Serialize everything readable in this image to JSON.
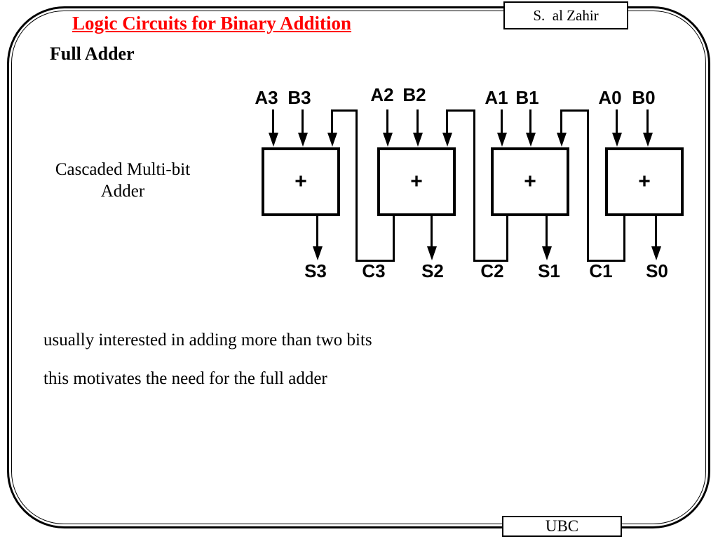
{
  "slide": {
    "title": "Logic Circuits for Binary Addition",
    "subtitle": "Full Adder",
    "author": "S.  al Zahir",
    "footer": "UBC",
    "caption": {
      "line1": "Cascaded Multi-bit",
      "line2": "Adder"
    },
    "body_lines": [
      "usually interested in adding more than two bits",
      "this motivates the need for the full adder"
    ]
  },
  "diagram": {
    "plus": "+",
    "adders": [
      {
        "input_a": "A3",
        "input_b": "B3",
        "sum": "S3"
      },
      {
        "input_a": "A2",
        "input_b": "B2",
        "sum": "S2"
      },
      {
        "input_a": "A1",
        "input_b": "B1",
        "sum": "S1"
      },
      {
        "input_a": "A0",
        "input_b": "B0",
        "sum": "S0"
      }
    ],
    "carries": [
      "C3",
      "C2",
      "C1"
    ]
  },
  "colors": {
    "title_red": "#ff0000",
    "ink": "#000000",
    "background": "#ffffff"
  }
}
